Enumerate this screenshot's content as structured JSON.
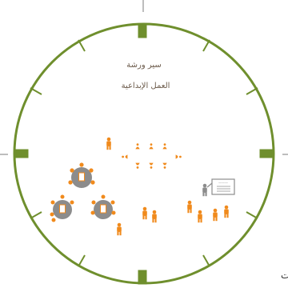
{
  "title": {
    "line1": "سير ورشة",
    "line2": "العمل الإبداعية"
  },
  "board": {
    "caption": "———"
  },
  "edge_text": "ت",
  "colors": {
    "ring": "#6f8f2d",
    "person": "#f08a1c",
    "table": "#8c8c8c",
    "presenter": "#8c8c8c"
  }
}
